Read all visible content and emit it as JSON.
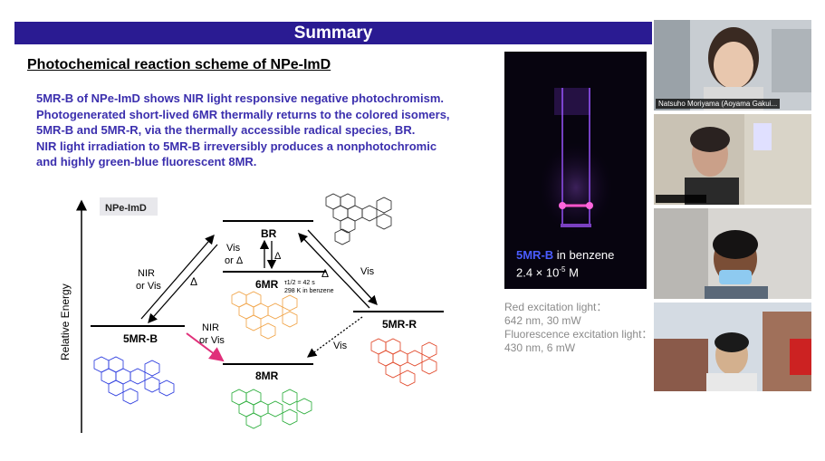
{
  "slide": {
    "title": "Summary",
    "subtitle": "Photochemical reaction scheme of NPe-ImD",
    "body_lines": [
      "5MR-B of NPe-ImD shows NIR light responsive negative photochromism.",
      "Photogenerated short-lived 6MR thermally returns to the colored isomers,",
      "5MR-B and 5MR-R, via the thermally accessible radical species, BR.",
      "NIR light irradiation to 5MR-B irreversibly produces a nonphotochromic",
      "and highly green-blue fluorescent 8MR."
    ],
    "diagram": {
      "axis_label": "Relative Energy",
      "compound": "NPe-ImD",
      "br": "BR",
      "sixmr": "6MR",
      "half_life": "τ1/2 = 42 s",
      "temp": "298 K in benzene",
      "fivemr_b": "5MR-B",
      "fivemr_r": "5MR-R",
      "eightmr": "8MR",
      "nir_or_vis_top": "NIR",
      "nir_or_vis_top2": "or Vis",
      "delta": "Δ",
      "vis": "Vis",
      "or_delta": "or Δ",
      "nir_mid": "NIR",
      "or_vis_mid": "or Vis",
      "vis_right": "Vis",
      "vis_bottom": "Vis"
    },
    "photo_caption": {
      "compound": "5MR-B",
      "solvent": " in benzene",
      "conc_base": "2.4 × 10",
      "conc_exp": "-5",
      "conc_unit": " M"
    },
    "excitation": [
      "Red excitation light：",
      "642 nm, 30 mW",
      "Fluorescence excitation light：",
      "430 nm, 6 mW"
    ]
  },
  "video": {
    "participants": [
      {
        "name": "Natsuho Moriyama (Aoyama Gakui..."
      },
      {
        "name": ""
      },
      {
        "name": ""
      },
      {
        "name": ""
      }
    ]
  },
  "colors": {
    "title_bar": "#2a1b92",
    "body_text": "#3b2fae",
    "blue_molecule": "#2233dd",
    "orange_molecule": "#f0a040",
    "red_molecule": "#e04020",
    "green_molecule": "#22aa33",
    "pink_arrow": "#e0307a"
  }
}
